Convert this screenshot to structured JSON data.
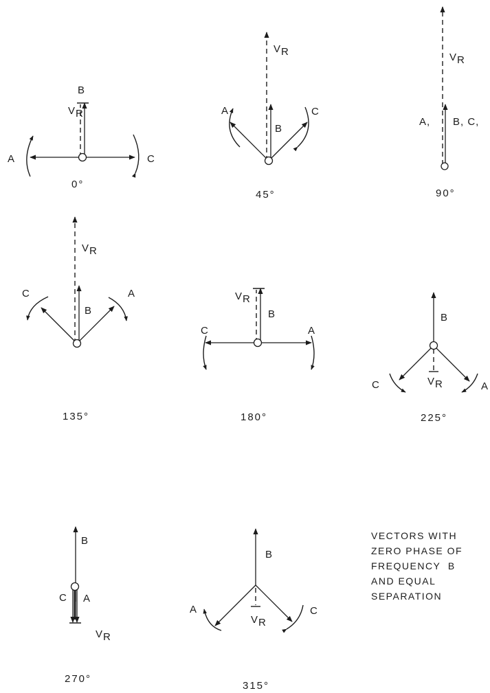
{
  "labels": {
    "A": "A",
    "B": "B",
    "C": "C",
    "V": "V",
    "R": "R",
    "A_comma": "A,",
    "BC_comma": "B, C,"
  },
  "diagrams": [
    {
      "id": "0",
      "caption": "0°"
    },
    {
      "id": "45",
      "caption": "45°"
    },
    {
      "id": "90",
      "caption": "90°"
    },
    {
      "id": "135",
      "caption": "135°"
    },
    {
      "id": "180",
      "caption": "180°"
    },
    {
      "id": "225",
      "caption": "225°"
    },
    {
      "id": "270",
      "caption": "270°"
    },
    {
      "id": "315",
      "caption": "315°"
    }
  ],
  "note": [
    "VECTORS WITH",
    "ZERO PHASE OF",
    "FREQUENCY  B",
    "AND EQUAL",
    "SEPARATION"
  ]
}
